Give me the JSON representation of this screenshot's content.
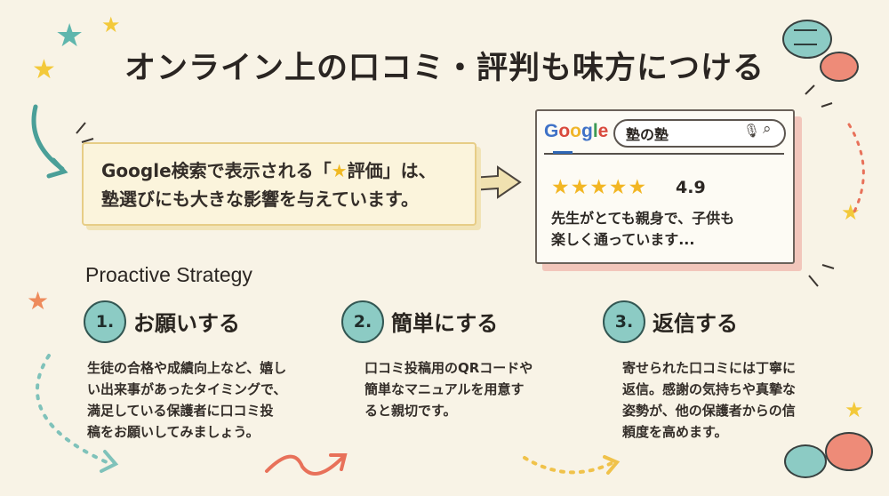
{
  "title": "オンライン上の口コミ・評判も味方につける",
  "info": {
    "line1_before": "Google検索で表示される「",
    "line1_star": "★",
    "line1_after": "評価」は、",
    "line2": "塾選びにも大きな影響を与えています。"
  },
  "search_card": {
    "logo_letters": [
      {
        "ch": "G",
        "color": "#3f72c7"
      },
      {
        "ch": "o",
        "color": "#d94a3d"
      },
      {
        "ch": "o",
        "color": "#f0b62a"
      },
      {
        "ch": "g",
        "color": "#3f72c7"
      },
      {
        "ch": "l",
        "color": "#3c9a55"
      },
      {
        "ch": "e",
        "color": "#d94a3d"
      }
    ],
    "query": "塾の塾",
    "stars": "★★★★★",
    "rating": "4.9",
    "review_line1": "先生がとても親身で、子供も",
    "review_line2": "楽しく通っています..."
  },
  "strategy_label": "Proactive Strategy",
  "steps": [
    {
      "num": "1.",
      "title": "お願いする",
      "desc": [
        "生徒の合格や成績向上など、嬉し",
        "い出来事があったタイミングで、",
        "満足している保護者に口コミ投",
        "稿をお願いしてみましょう。"
      ]
    },
    {
      "num": "2.",
      "title": "簡単にする",
      "desc": [
        "口コミ投稿用のQRコードや",
        "簡単なマニュアルを用意す",
        "ると親切です。"
      ]
    },
    {
      "num": "3.",
      "title": "返信する",
      "desc": [
        "寄せられた口コミには丁寧に",
        "返信。感謝の気持ちや真摯な",
        "姿勢が、他の保護者からの信",
        "頼度を高めます。"
      ]
    }
  ],
  "colors": {
    "background": "#f8f3e6",
    "teal": "#8ccbc4",
    "star_yellow": "#f2b623",
    "coral": "#e8715a"
  },
  "icons": [
    "star-icon",
    "arrow-icon",
    "speech-bubble-icon",
    "search-icon",
    "mic-icon",
    "hand-pointing-icon"
  ]
}
